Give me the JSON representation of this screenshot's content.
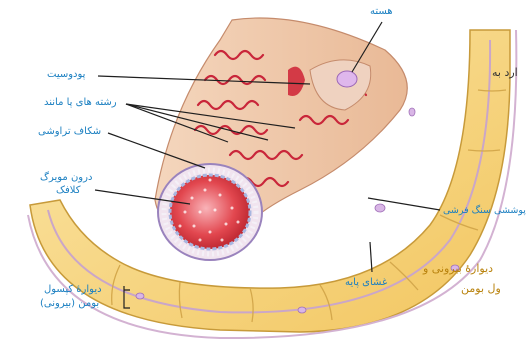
{
  "labels": {
    "nucleus": "هسته",
    "podocyte": "پودوسیت",
    "foot_processes": "رشته های پا مانند",
    "filtration_slits": "شکاف تراوشی",
    "capillary_endothelium_1": "درون مویرگ",
    "capillary_endothelium_2": "کلافک",
    "squamous_epithelium": "بافت پوششی سنگ فرشی",
    "basement_membrane": "غشای پایه",
    "capsule_wall_1": "دیوارهٔ کپسول",
    "capsule_wall_2": "بومن (بیرونی)"
  },
  "text": {
    "line1": "ارد به",
    "line2": "دیوارهٔ بیرونی و",
    "line3": "ول بومن"
  }
}
